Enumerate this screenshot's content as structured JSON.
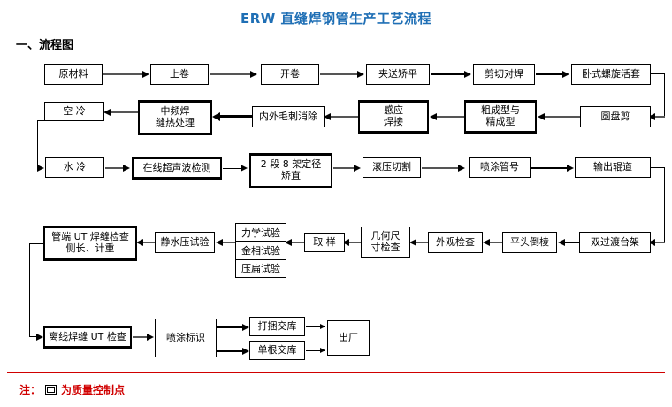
{
  "header": {
    "title": "ERW 直缝焊钢管生产工艺流程",
    "section": "一、流程图"
  },
  "legend": {
    "prefix": "注：",
    "suffix": "为质量控制点",
    "swatch_name": "quality-control-point-symbol",
    "color": "#d00000"
  },
  "colors": {
    "title": "#1f6fb5",
    "box_border": "#000000",
    "connector": "#000000",
    "legend": "#d00000",
    "background": "#ffffff"
  },
  "flow": {
    "row1": [
      {
        "id": "raw-material",
        "label": "原材料",
        "qc": false
      },
      {
        "id": "uncoiling-load",
        "label": "上卷",
        "qc": false
      },
      {
        "id": "uncoiling",
        "label": "开卷",
        "qc": false
      },
      {
        "id": "pinch-leveling",
        "label": "夹送矫平",
        "qc": false
      },
      {
        "id": "shear-butt-welding",
        "label": "剪切对焊",
        "qc": false
      },
      {
        "id": "horizontal-spiral-accumulator",
        "label": "卧式螺旋活套",
        "qc": false
      }
    ],
    "row2": [
      {
        "id": "disc-shear",
        "label": "圆盘剪",
        "qc": false
      },
      {
        "id": "rough-fine-forming",
        "lines": [
          "粗成型与",
          "精成型"
        ],
        "qc": true
      },
      {
        "id": "induction-welding",
        "lines": [
          "感应",
          "焊接"
        ],
        "qc": true
      },
      {
        "id": "burr-removal",
        "label": "内外毛刺消除",
        "qc": false
      },
      {
        "id": "weld-seam-heat-treatment",
        "lines": [
          "中频焊",
          "缝热处理"
        ],
        "qc": true
      },
      {
        "id": "air-cooling",
        "label": "空 冷",
        "qc": false
      }
    ],
    "row3": [
      {
        "id": "water-cooling",
        "label": "水 冷",
        "qc": false
      },
      {
        "id": "online-ultrasonic-test",
        "label": "在线超声波检测",
        "qc": true
      },
      {
        "id": "sizing-straightening",
        "lines": [
          "2 段 8 架定径",
          "矫直"
        ],
        "qc": true
      },
      {
        "id": "roll-press-cutting",
        "label": "滚压切割",
        "qc": false
      },
      {
        "id": "spray-pipe-number",
        "label": "喷涂管号",
        "qc": false
      },
      {
        "id": "output-roller-table",
        "label": "输出辊道",
        "qc": false
      }
    ],
    "row4": [
      {
        "id": "double-transition-rack",
        "label": "双过渡台架",
        "qc": false
      },
      {
        "id": "facing-beveling",
        "label": "平头倒棱",
        "qc": false
      },
      {
        "id": "appearance-inspection",
        "label": "外观检查",
        "qc": false
      },
      {
        "id": "geometry-dimension-inspection",
        "lines": [
          "几何尺",
          "寸检查"
        ],
        "qc": false
      },
      {
        "id": "sampling",
        "label": "取 样",
        "qc": false
      },
      {
        "id": "lab-tests",
        "cells": [
          "力学试验",
          "金相试验",
          "压扁试验"
        ],
        "stack": true
      },
      {
        "id": "hydrostatic-test",
        "label": "静水压试验",
        "qc": false
      },
      {
        "id": "pipe-end-ut-weld-inspection",
        "lines": [
          "管端 UT 焊缝检查",
          "侧长、计重"
        ],
        "qc": true
      }
    ],
    "row5": [
      {
        "id": "offline-weld-ut-inspection",
        "label": "离线焊缝 UT 检查",
        "qc": true
      },
      {
        "id": "spray-marking",
        "label": "喷涂标识",
        "qc": false
      },
      {
        "id": "bundle-delivery-warehouse",
        "label": "打捆交库",
        "qc": false
      },
      {
        "id": "single-delivery-warehouse",
        "label": "单根交库",
        "qc": false
      },
      {
        "id": "ex-works",
        "label": "出厂",
        "qc": false
      }
    ]
  }
}
